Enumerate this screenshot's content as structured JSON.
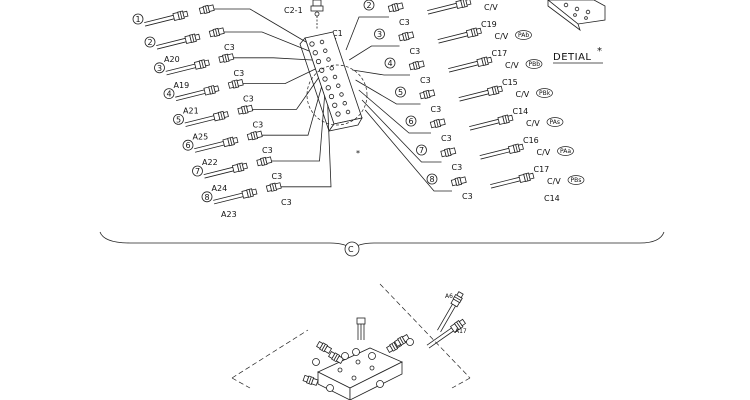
{
  "labels": {
    "c21": "C2-1",
    "c1": "C1",
    "detial": "DETIAL",
    "detial_star": "*",
    "block_star": "*",
    "section": "C"
  },
  "left_rows": [
    {
      "num": "1",
      "code": ""
    },
    {
      "num": "2",
      "code": "A20"
    },
    {
      "num": "3",
      "code": "A19"
    },
    {
      "num": "4",
      "code": "A21"
    },
    {
      "num": "5",
      "code": "A25"
    },
    {
      "num": "6",
      "code": "A22"
    },
    {
      "num": "7",
      "code": "A24"
    },
    {
      "num": "8",
      "code": "A23"
    }
  ],
  "left_c3": [
    "C3",
    "C3",
    "C3",
    "C3",
    "C3",
    "C3",
    "C3"
  ],
  "right_rows": [
    {
      "num": "2",
      "c3": "C3",
      "cv": "C/V",
      "port": "",
      "code": "C19"
    },
    {
      "num": "3",
      "c3": "C3",
      "cv": "C/V",
      "port": "PAb",
      "code": "C17"
    },
    {
      "num": "4",
      "c3": "C3",
      "cv": "C/V",
      "port": "PBb",
      "code": "C15"
    },
    {
      "num": "5",
      "c3": "C3",
      "cv": "C/V",
      "port": "PBk",
      "code": "C14"
    },
    {
      "num": "6",
      "c3": "C3",
      "cv": "C/V",
      "port": "PAs",
      "code": "C16"
    },
    {
      "num": "7",
      "c3": "C3",
      "cv": "C/V",
      "port": "PAa",
      "code": "C17"
    },
    {
      "num": "8",
      "c3": "C3",
      "cv": "C/V",
      "port": "PBs",
      "code": "C14"
    }
  ],
  "lower": {
    "a6": "A6",
    "a17": "A17"
  }
}
